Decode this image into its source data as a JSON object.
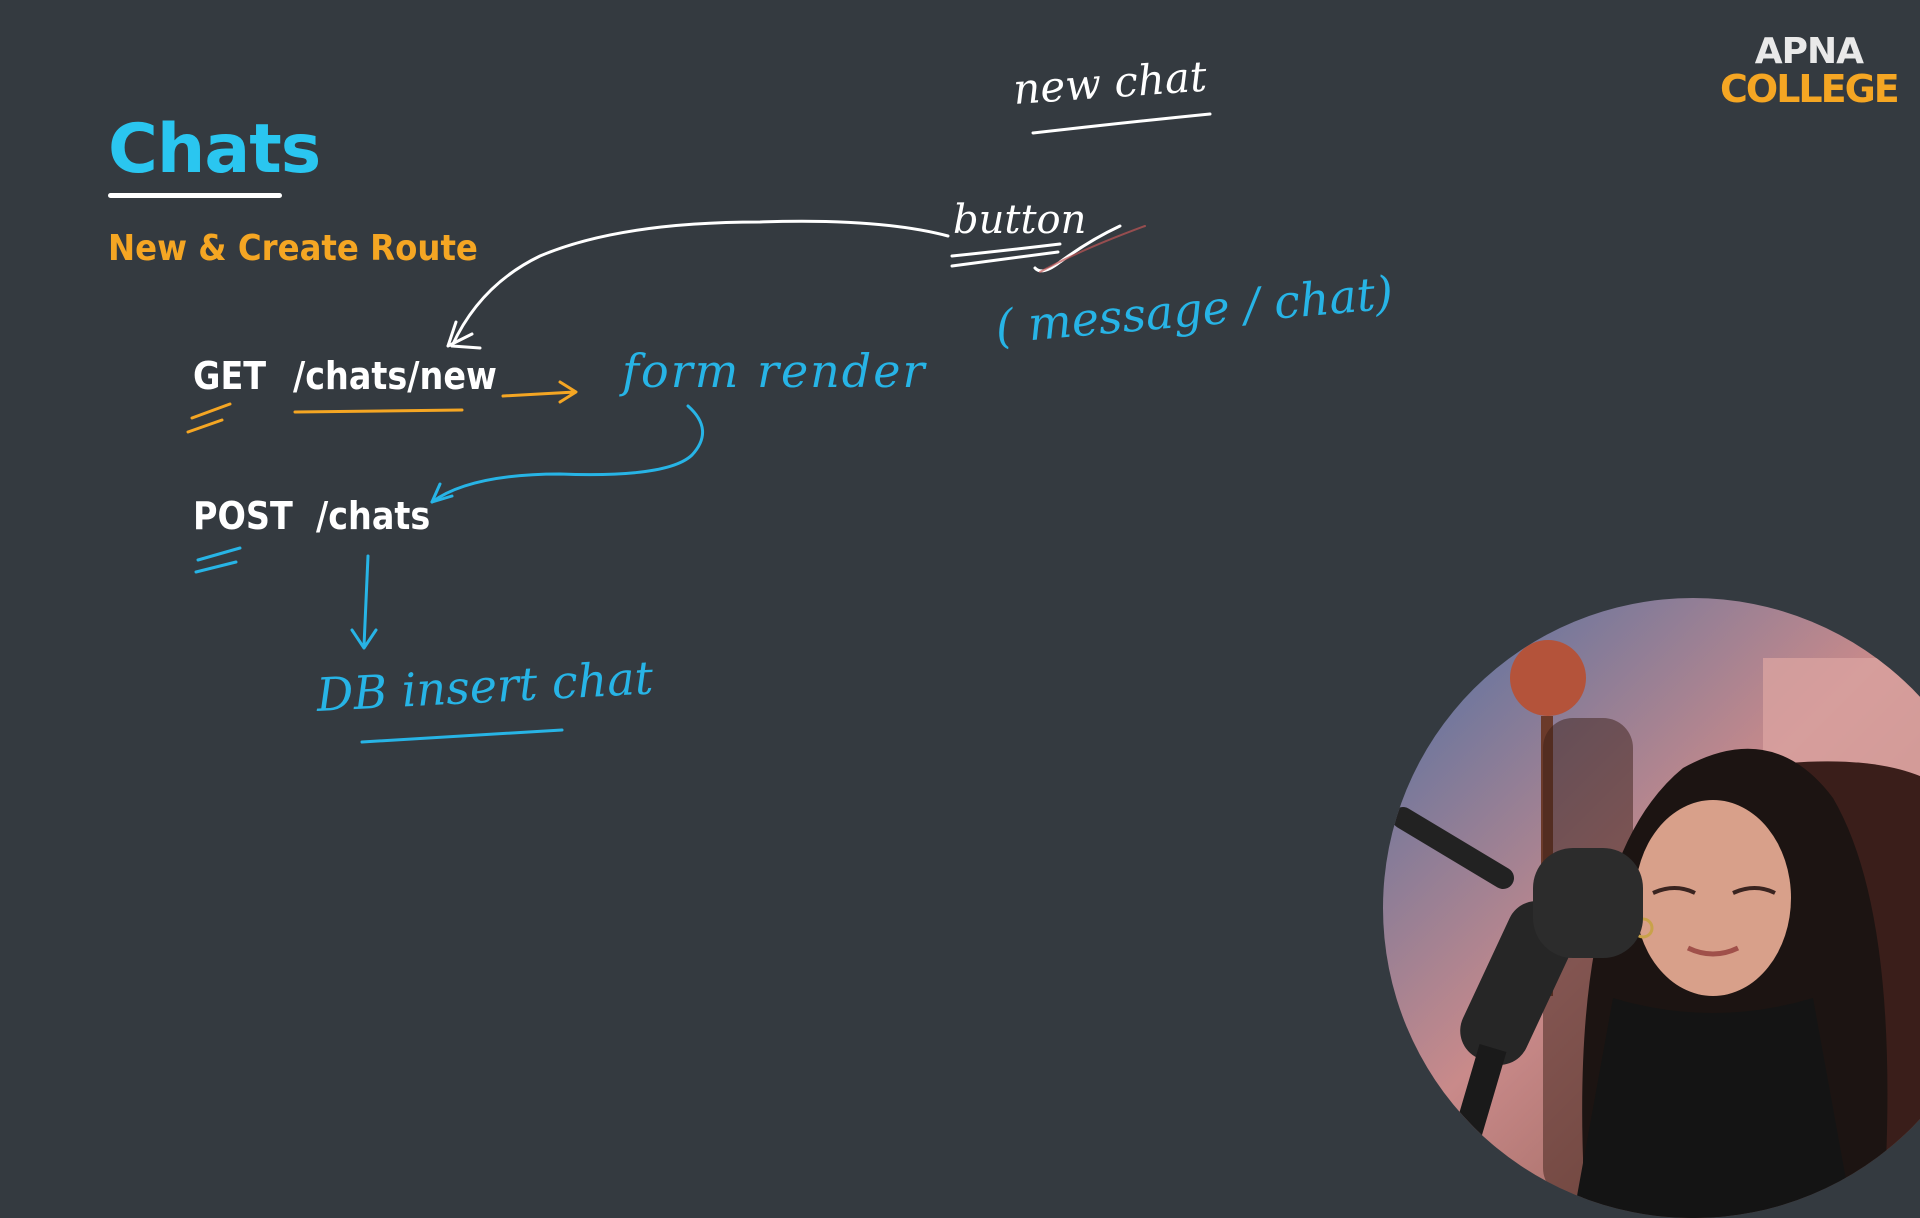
{
  "slide": {
    "title": "Chats",
    "subtitle": "New & Create Route"
  },
  "routes": [
    {
      "method": "GET",
      "path": "/chats/new"
    },
    {
      "method": "POST",
      "path": "/chats"
    }
  ],
  "annotations": {
    "form_render": "form render",
    "form_fields": "( message / chat)",
    "new_chat": "new chat",
    "button": "button",
    "db_insert": "DB insert chat"
  },
  "logo": {
    "line1": "APNA",
    "line2": "COLLEGE"
  },
  "colors": {
    "background": "#343a40",
    "title": "#2ac6f0",
    "subtitle": "#f5a623",
    "ink_blue": "#27b4e6",
    "ink_orange": "#f5a623",
    "ink_white": "#ffffff"
  }
}
